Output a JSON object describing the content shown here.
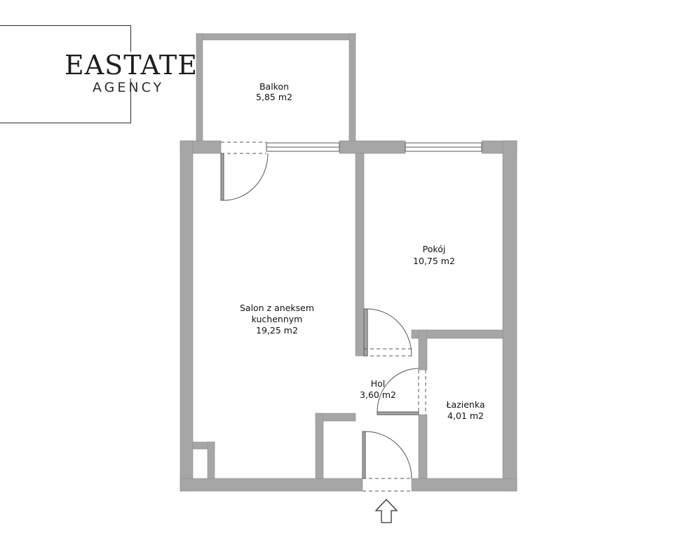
{
  "brand": {
    "name": "EASTATE",
    "sub": "AGENCY"
  },
  "rooms": [
    {
      "id": "balkon",
      "lines": [
        "Balkon",
        "5,85 m2"
      ]
    },
    {
      "id": "pokoj",
      "lines": [
        "Pokój",
        "10,75 m2"
      ]
    },
    {
      "id": "salon",
      "lines": [
        "Salon z aneksem",
        "kuchennym",
        "19,25 m2"
      ]
    },
    {
      "id": "hol",
      "lines": [
        "Hol",
        "3,60 m2"
      ]
    },
    {
      "id": "lazienka",
      "lines": [
        "Łazienka",
        "4,01 m2"
      ]
    }
  ],
  "colors": {
    "wall": "#a6a6a6",
    "line": "#555555",
    "background": "#ffffff"
  },
  "icons": {
    "entrance": "arrow-up-outline-icon"
  }
}
